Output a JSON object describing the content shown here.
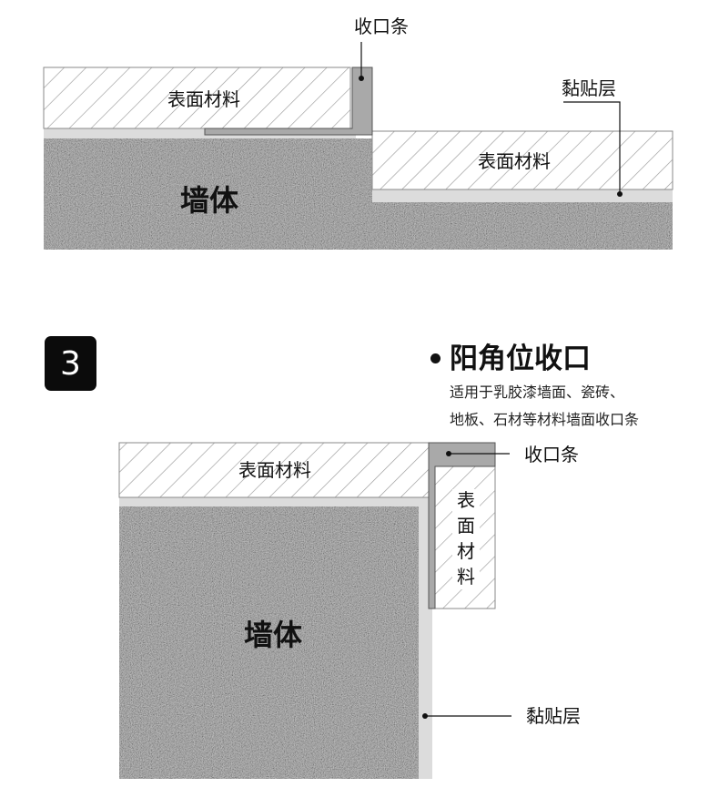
{
  "colors": {
    "wall": "#8e8e8e",
    "adhesive": "#dcdcdc",
    "trim": "#a9a9a9",
    "hatch": "#9a9a9a",
    "surface_bg": "#ffffff",
    "ink": "#111111",
    "badge": "#0b0b0b"
  },
  "top_diagram": {
    "trim_label": "收口条",
    "adhesive_label": "黏贴层",
    "surface_left_label": "表面材料",
    "surface_right_label": "表面材料",
    "wall_label": "墙体"
  },
  "section": {
    "number": "3",
    "title": "阳角位收口",
    "description_line1": "适用于乳胶漆墙面、瓷砖、",
    "description_line2": "地板、石材等材料墙面收口条"
  },
  "bottom_diagram": {
    "surface_top_label": "表面材料",
    "surface_side_label_chars": [
      "表",
      "面",
      "材",
      "料"
    ],
    "trim_label": "收口条",
    "wall_label": "墙体",
    "adhesive_label": "黏贴层"
  }
}
